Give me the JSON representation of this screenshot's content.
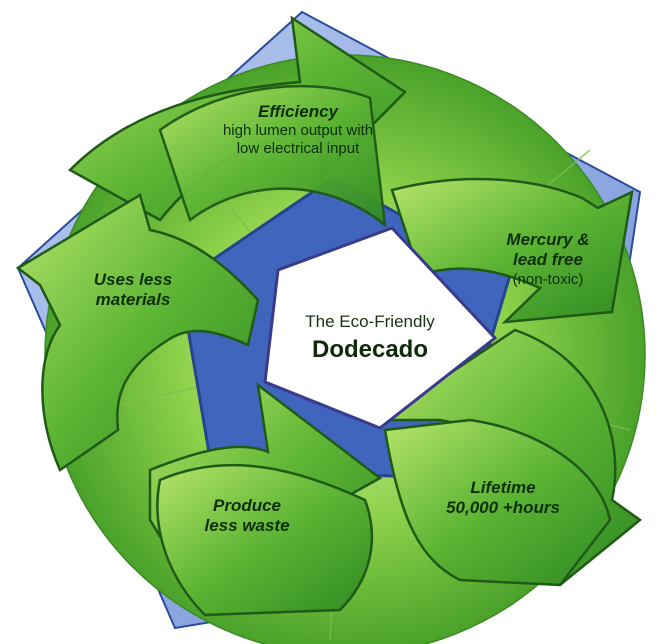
{
  "center": {
    "line1": "The Eco-Friendly",
    "line2": "Dodecado"
  },
  "segments": [
    {
      "title": "Efficiency",
      "sub1": "high lumen output with",
      "sub2": "low electrical input"
    },
    {
      "title1": "Mercury &",
      "title2": "lead free",
      "sub": "(non-toxic)"
    },
    {
      "title1": "Lifetime",
      "title2": "50,000 +hours"
    },
    {
      "title1": "Produce",
      "title2": "less waste"
    },
    {
      "title1": "Uses less",
      "title2": "materials"
    }
  ],
  "colors": {
    "arrow_green": "#4aa82c",
    "arrow_light": "#aade5a",
    "arrow_edge": "#1f5a16",
    "pentagon_blue": "#3e63b8",
    "pentagon_light": "#9fb6e8",
    "disc_green": "#6cc23a"
  }
}
